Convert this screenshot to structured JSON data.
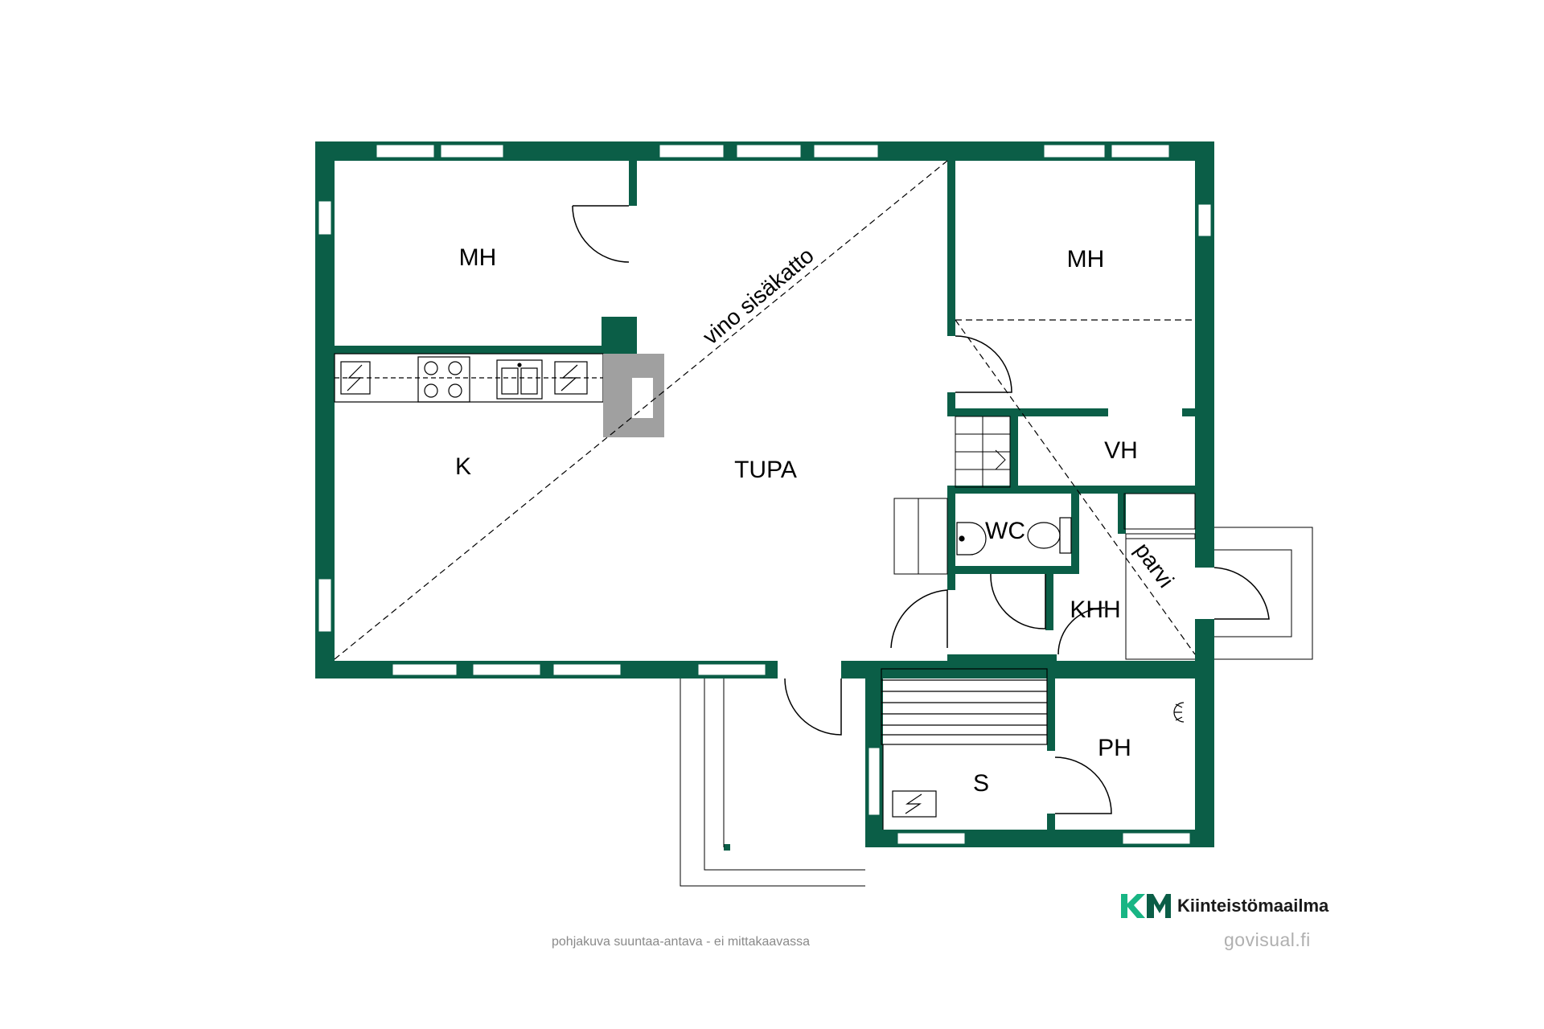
{
  "colors": {
    "wall": "#0b5e47",
    "brand_accent": "#18b584",
    "fireplace": "#a0a0a0"
  },
  "rooms": {
    "mh_left": "MH",
    "mh_right": "MH",
    "kitchen": "K",
    "living": "TUPA",
    "storage_vh": "VH",
    "wc": "WC",
    "utility_khh": "KHH",
    "washroom_ph": "PH",
    "sauna": "S"
  },
  "notes": {
    "ceiling": "vino sisäkatto",
    "loft": "parvi"
  },
  "footer": {
    "disclaimer": "pohjakuva suuntaa-antava - ei mittakaavassa",
    "brand_mark": "KM",
    "brand_name": "Kiinteistömaailma",
    "credit": "govisual.fi"
  },
  "icons": [
    "electric-heater-icon",
    "stove-icon",
    "sink-icon",
    "fireplace-icon",
    "toilet-icon",
    "washbasin-icon",
    "stairs-icon",
    "sauna-heater-icon",
    "shower-icon",
    "door-swing-icon",
    "window-icon"
  ]
}
